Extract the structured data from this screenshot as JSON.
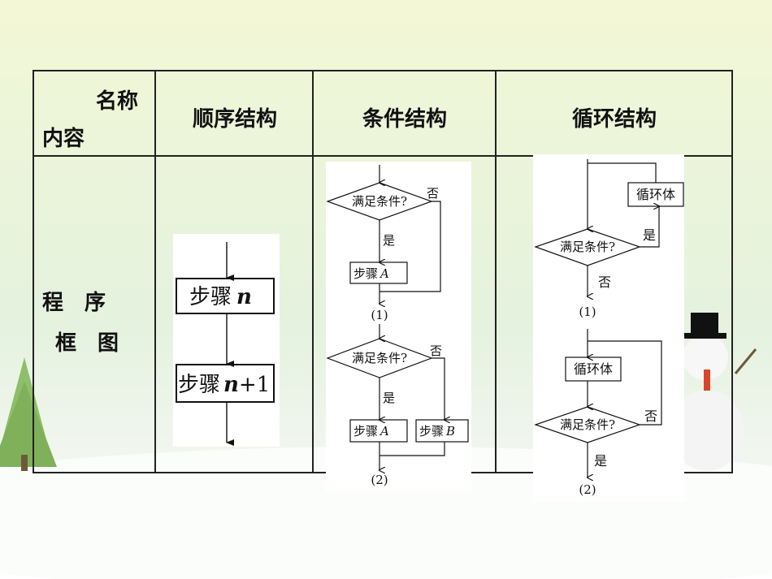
{
  "table": {
    "corner_top": "名称",
    "corner_bottom": "内容",
    "headers": [
      "顺序结构",
      "条件结构",
      "循环结构"
    ],
    "row_label_line1": "程　序",
    "row_label_line2": "框　图"
  },
  "sequence": {
    "step1_prefix": "步骤",
    "step1_var": "n",
    "step2_prefix": "步骤",
    "step2_var": "n",
    "step2_suffix": "+1"
  },
  "conditional": {
    "diagram1": {
      "condition": "满足条件?",
      "no": "否",
      "yes": "是",
      "step_prefix": "步骤",
      "step_var": "A",
      "caption": "(1)"
    },
    "diagram2": {
      "condition": "满足条件?",
      "no": "否",
      "yes": "是",
      "step_a_prefix": "步骤",
      "step_a_var": "A",
      "step_b_prefix": "步骤",
      "step_b_var": "B",
      "caption": "(2)"
    }
  },
  "loop": {
    "diagram1": {
      "body": "循环体",
      "condition": "满足条件?",
      "yes": "是",
      "no": "否",
      "caption": "(1)"
    },
    "diagram2": {
      "body": "循环体",
      "condition": "满足条件?",
      "no": "否",
      "yes": "是",
      "caption": "(2)"
    }
  },
  "colors": {
    "bg_top": "#f4f6d4",
    "bg_bottom": "#ffffff",
    "border": "#222222"
  }
}
